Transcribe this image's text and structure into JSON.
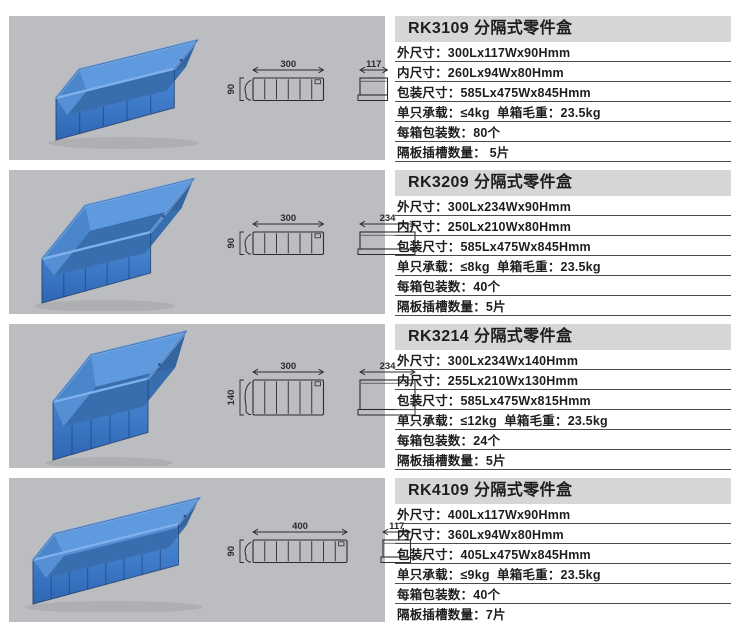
{
  "colors": {
    "panel_bg": "#bcbdc0",
    "title_bg": "#d6d6d8",
    "text": "#1d1d1d",
    "rule": "#4c4c4c",
    "box_blue": "#3f7fd0",
    "drawing_line": "#2b2b2b"
  },
  "rows": [
    {
      "model": "RK3109",
      "title": "RK3109 分隔式零件盒",
      "specs": [
        "外尺寸：300Lx117Wx90Hmm",
        "内尺寸：260Lx94Wx80Hmm",
        "包装尺寸：585Lx475Wx845Hmm",
        "单只承载：≤4kg  单箱毛重：23.5kg",
        "每箱包装数：80个",
        "隔板插槽数量： 5片"
      ],
      "drawing": {
        "front_width": "300",
        "front_height": "90",
        "side_width": "117",
        "compartments": 6
      },
      "photo_variant": "long-low"
    },
    {
      "model": "RK3209",
      "title": "RK3209 分隔式零件盒",
      "specs": [
        "外尺寸：300Lx234Wx90Hmm",
        "内尺寸：250Lx210Wx80Hmm",
        "包装尺寸：585Lx475Wx845Hmm",
        "单只承载：≤8kg  单箱毛重：23.5kg",
        "每箱包装数：40个",
        "隔板插槽数量：5片"
      ],
      "drawing": {
        "front_width": "300",
        "front_height": "90",
        "side_width": "234",
        "compartments": 6
      },
      "photo_variant": "wide-low"
    },
    {
      "model": "RK3214",
      "title": "RK3214 分隔式零件盒",
      "specs": [
        "外尺寸：300Lx234Wx140Hmm",
        "内尺寸：255Lx210Wx130Hmm",
        "包装尺寸：585Lx475Wx815Hmm",
        "单只承载：≤12kg  单箱毛重：23.5kg",
        "每箱包装数：24个",
        "隔板插槽数量：5片"
      ],
      "drawing": {
        "front_width": "300",
        "front_height": "140",
        "side_width": "234",
        "compartments": 6
      },
      "photo_variant": "wide-tall"
    },
    {
      "model": "RK4109",
      "title": "RK4109 分隔式零件盒",
      "specs": [
        "外尺寸：400Lx117Wx90Hmm",
        "内尺寸：360Lx94Wx80Hmm",
        "包装尺寸：405Lx475Wx845Hmm",
        "单只承载：≤9kg  单箱毛重：23.5kg",
        "每箱包装数：40个",
        "隔板插槽数量：7片"
      ],
      "drawing": {
        "front_width": "400",
        "front_height": "90",
        "side_width": "117",
        "compartments": 8
      },
      "photo_variant": "extra-long-low"
    }
  ]
}
